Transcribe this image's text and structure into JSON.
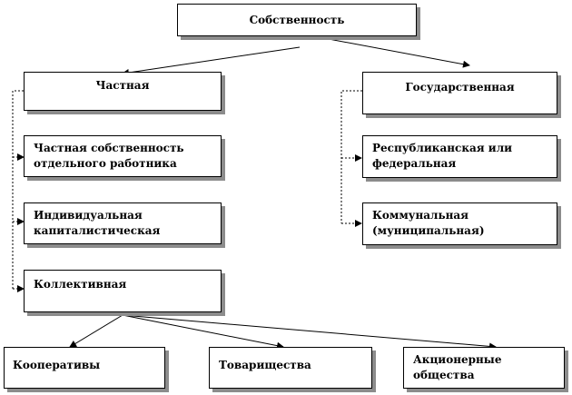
{
  "root": {
    "label": "Собственность"
  },
  "branches": {
    "private": {
      "label": "Частная"
    },
    "state": {
      "label": "Государственная"
    }
  },
  "private_items": [
    {
      "line1": "Частная собственность",
      "line2": "отдельного работника"
    },
    {
      "line1": "Индивидуальная",
      "line2": "капиталистическая"
    },
    {
      "line1": "Коллективная",
      "line2": ""
    }
  ],
  "state_items": [
    {
      "line1": "Республиканская или",
      "line2": "федеральная"
    },
    {
      "line1": "Коммунальная",
      "line2": "(муниципальная)"
    }
  ],
  "collective_items": [
    {
      "line1": "Кооперативы",
      "line2": ""
    },
    {
      "line1": "Товарищества",
      "line2": ""
    },
    {
      "line1": "Акционерные",
      "line2": "общества"
    }
  ]
}
